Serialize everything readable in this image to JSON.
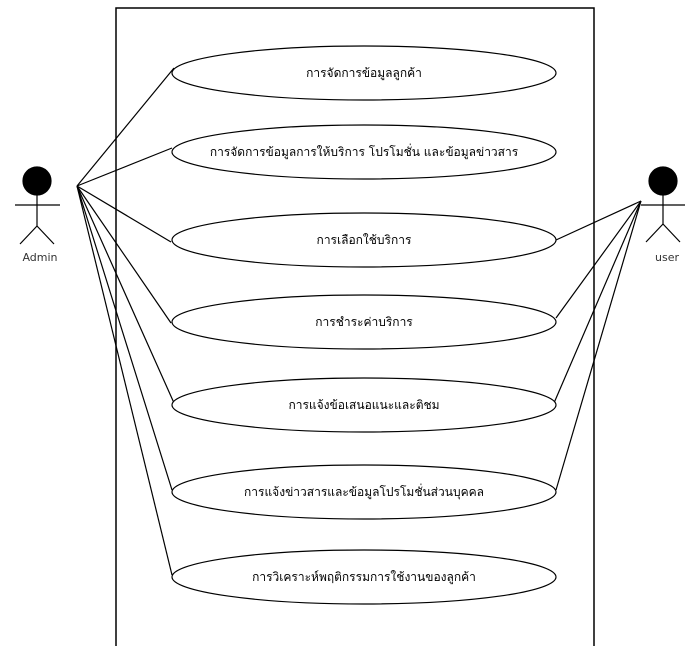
{
  "actors": {
    "admin": {
      "label": "Admin"
    },
    "user": {
      "label": "user"
    }
  },
  "use_cases": [
    {
      "id": "uc1",
      "label": "การจัดการข้อมูลลูกค้า"
    },
    {
      "id": "uc2",
      "label": "การจัดการข้อมูลการให้บริการ โปรโมชั่น และข้อมูลข่าวสาร"
    },
    {
      "id": "uc3",
      "label": "การเลือกใช้บริการ"
    },
    {
      "id": "uc4",
      "label": "การชำระค่าบริการ"
    },
    {
      "id": "uc5",
      "label": "การแจ้งข้อเสนอแนะและติชม"
    },
    {
      "id": "uc6",
      "label": "การแจ้งข่าวสารและข้อมูลโปรโมชั่นส่วนบุคคล"
    },
    {
      "id": "uc7",
      "label": "การวิเคราะห์พฤติกรรมการใช้งานของลูกค้า"
    }
  ],
  "associations": {
    "admin": [
      "uc1",
      "uc2",
      "uc3",
      "uc4",
      "uc5",
      "uc6",
      "uc7"
    ],
    "user": [
      "uc3",
      "uc4",
      "uc5",
      "uc6"
    ]
  },
  "colors": {
    "stroke": "#000000",
    "actor_head": "#000000",
    "background": "#ffffff"
  }
}
